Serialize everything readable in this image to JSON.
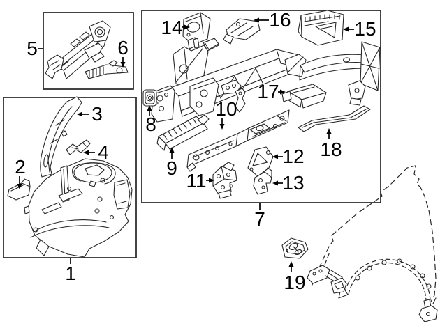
{
  "figure": {
    "type": "exploded-parts-diagram",
    "colors": {
      "background": "#ffffff",
      "line_art": "#262626",
      "box_border": "#2f2f2f",
      "label_text": "#000000"
    }
  },
  "callouts": [
    {
      "num": "1"
    },
    {
      "num": "2"
    },
    {
      "num": "3"
    },
    {
      "num": "4"
    },
    {
      "num": "5"
    },
    {
      "num": "6"
    },
    {
      "num": "7"
    },
    {
      "num": "8"
    },
    {
      "num": "9"
    },
    {
      "num": "10"
    },
    {
      "num": "11"
    },
    {
      "num": "12"
    },
    {
      "num": "13"
    },
    {
      "num": "14"
    },
    {
      "num": "15"
    },
    {
      "num": "16"
    },
    {
      "num": "17"
    },
    {
      "num": "18"
    },
    {
      "num": "19"
    }
  ]
}
